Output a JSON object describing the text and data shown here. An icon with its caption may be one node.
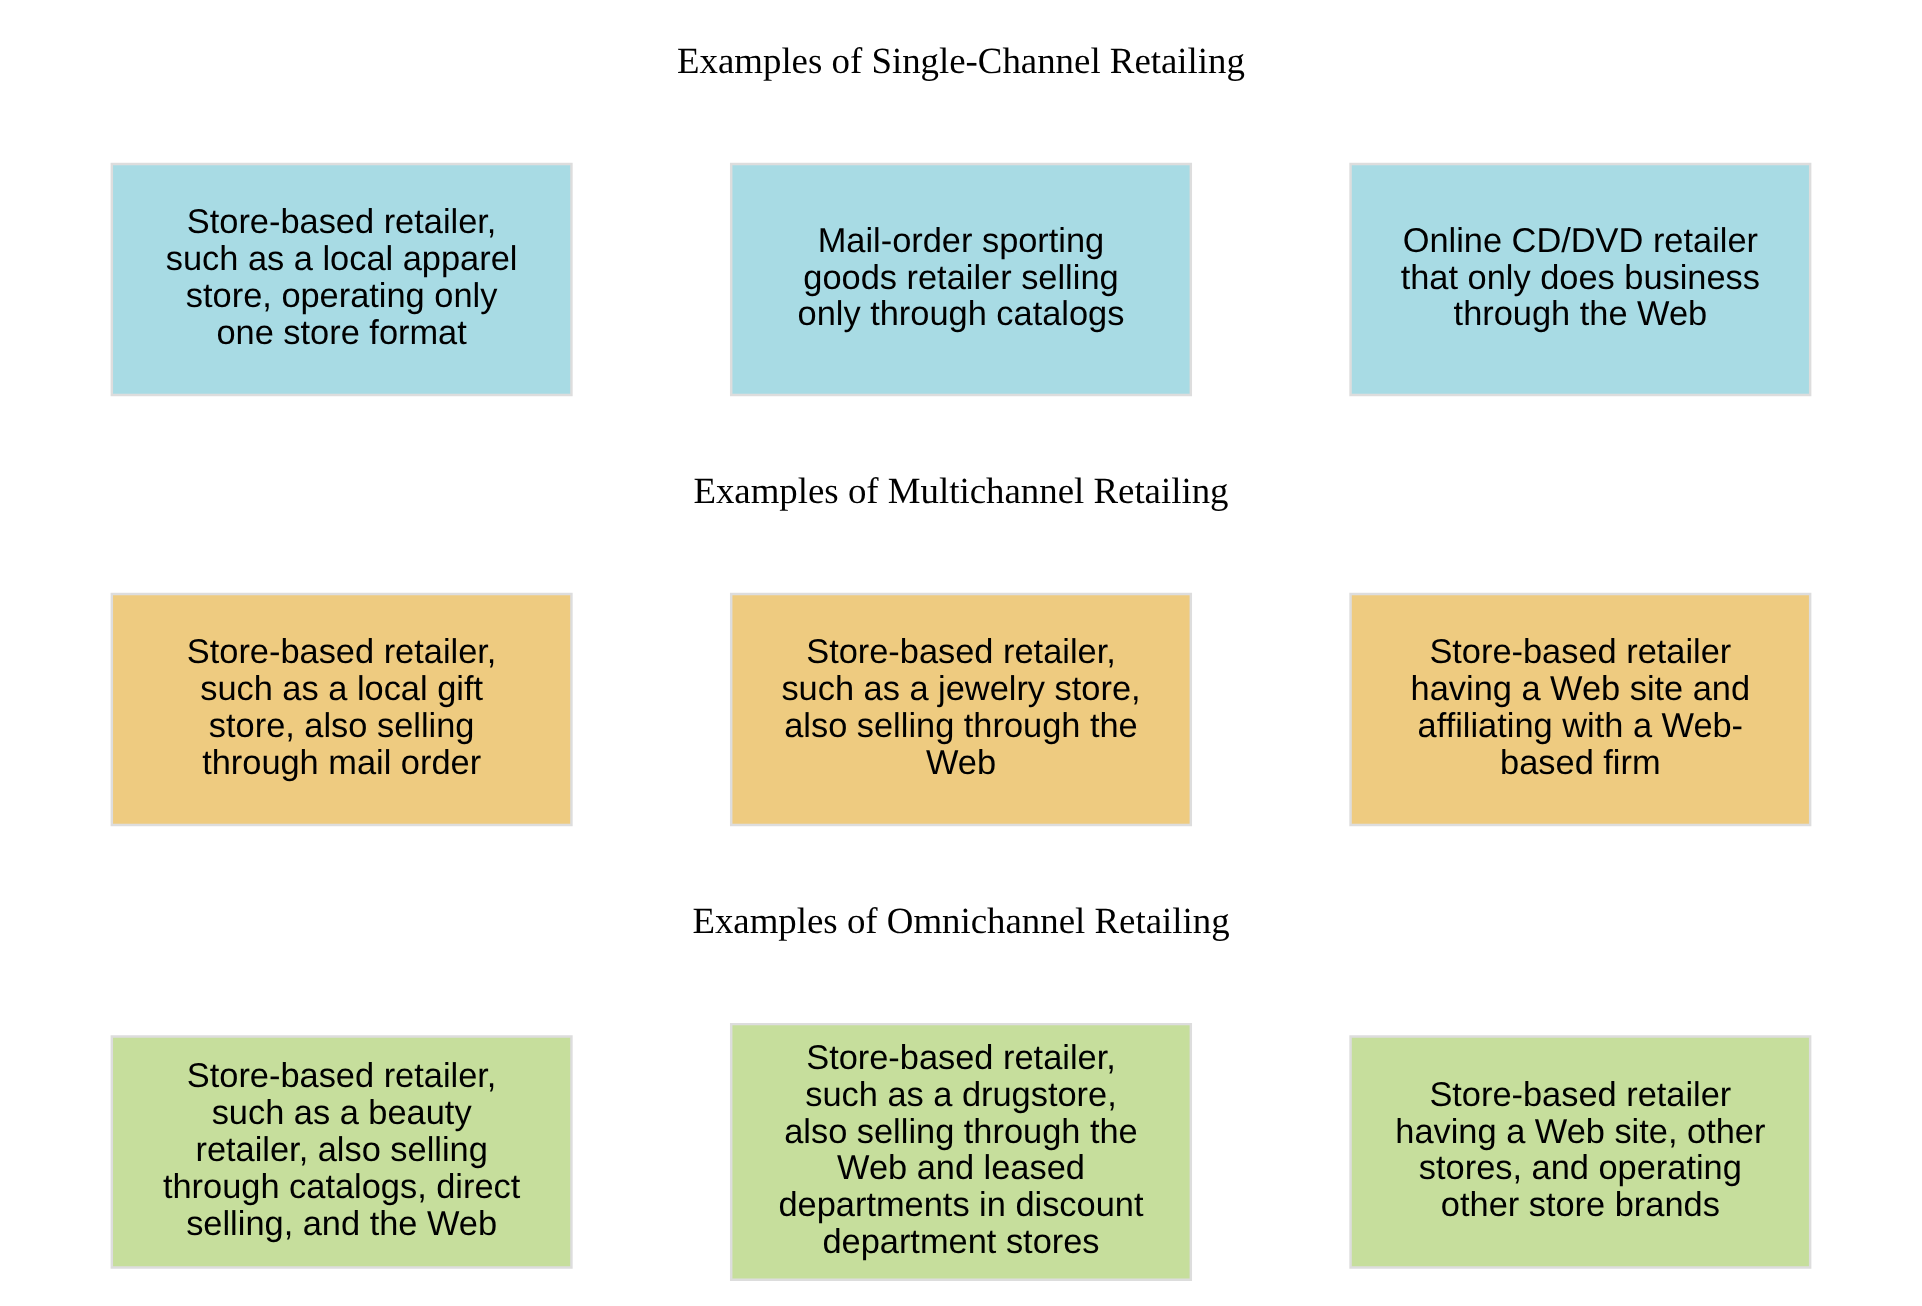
{
  "diagram": {
    "nodes": [
      {
        "text": [
          "Store-based retailer, such as a local apparel store, operating only one store format"
        ]
      },
      {
        "text": [
          "Mail-order sporting goods retailer selling only through catalogs"
        ]
      },
      {
        "text": [
          "Online CD/DVD retailer that only does business through the Web"
        ]
      },
      {
        "text": [
          "Store-based retailer, such as a local gift store, also selling through mail order"
        ]
      },
      {
        "text": [
          "Store-based retailer, such as a jewelry store, also selling through the Web"
        ]
      },
      {
        "text": [
          "Store-based retailer having a Web site and affiliating with a Web-based firm"
        ]
      },
      {
        "text": [
          "Store-based retailer, such as a beauty retailer, also selling through catalogs, direct selling, and the Web"
        ]
      },
      {
        "text": [
          "Store-based retailer, such as a drugstore, also selling through the Web and leased departments in discount department stores"
        ]
      },
      {
        "text": [
          "Store-based retailer having a Web site, other stores, and operating other store brands"
        ]
      }
    ],
    "edges": [],
    "labels": [
      "Examples of Single-Channel Retailing",
      "Examples of Multichannel Retailing",
      "Examples of Omnichannel Retailing"
    ]
  }
}
